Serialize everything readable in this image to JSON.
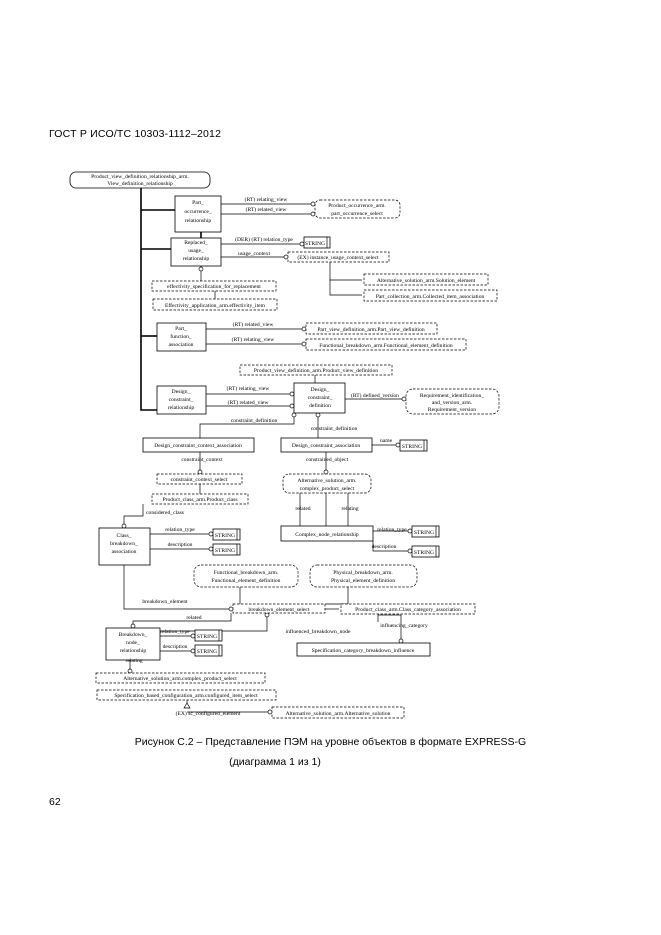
{
  "header": "ГОСТ Р ИСО/ТС 10303-1112–2012",
  "caption_line1": "Рисунок  С.2 – Представление ПЭМ на уровне объектов в формате EXPRESS-G",
  "caption_line2": "(диаграмма 1 из 1)",
  "page_number": "62",
  "diagram": {
    "pvdr_1": "Product_view_definition_relationship_arm.",
    "pvdr_2": "View_definition_relationship",
    "poc_1": "Part_",
    "poc_2": "occurrence_",
    "poc_3": "relationship",
    "poa_1": "Product_occurrence_arm.",
    "poa_2": "part_occurrence_select",
    "rep_1": "Replaced_",
    "rep_2": "usage_",
    "rep_3": "relationship",
    "string": "STRING",
    "inst_sel": "(EX) instance_usage_context_select",
    "alt_sol": "Alternative_solution_arm.Solution_element",
    "pcol": "Part_collection_arm.Collected_item_association",
    "eff_sel": "effectivity_specification_for_replacement",
    "eff_app": "Effectivity_application_arm.effectivity_item",
    "pfa_1": "Part_",
    "pfa_2": "function_",
    "pfa_3": "association",
    "pvd_pvd": "Part_view_definition_arm.Part_view_definition",
    "fbd_fed": "Functional_breakdown_arm.Functional_element_definition",
    "pvd_arm": "Product_view_definition_arm.Product_view_definition",
    "dcr_1": "Design_",
    "dcr_2": "constraint_",
    "dcr_3": "relationship",
    "dcd_1": "Design_",
    "dcd_2": "constraint_",
    "dcd_3": "definition",
    "req_1": "Requirement_identification_",
    "req_2": "and_version_arm.",
    "req_3": "Requirement_version",
    "dcca": "Design_constraint_context_association",
    "dca": "Design_constraint_association",
    "ccs": "constraint_context_select",
    "aspc_1": "Alternative_solution_arm.",
    "aspc_2": "complex_product_select",
    "pcpc": "Product_class_arm.Product_class",
    "cba_1": "Class_",
    "cba_2": "breakdown_",
    "cba_3": "association",
    "cnr": "Complex_node_relationship",
    "fbd2_1": "Functional_breakdown_arm.",
    "fbd2_2": "Functional_element_definition",
    "pbd_1": "Physical_breakdown_arm.",
    "pbd_2": "Physical_element_definition",
    "bes": "breakdown_element_select",
    "pcca": "Product_class_arm.Class_category_association",
    "bnr_1": "Breakdown_",
    "bnr_2": "node_",
    "bnr_3": "relationship",
    "scbi": "Specification_category_breakdown_influence",
    "as_cps": "Alternative_solution_arm.complex_product_select",
    "sbc": "Specification_based_configuration_arm.configured_item_select",
    "as_as": "Alternative_solution_arm.Alternative_solution",
    "l_rv1": "(RT) relating_view",
    "l_rv2": "(RT) related_view",
    "l_der": "(DER) (RT) relation_type",
    "l_uc": "usage_context",
    "l_relv": "(RT) related_view",
    "l_relg": "(RT) relating_view",
    "l_dcrv1": "(RT) relating_view",
    "l_dcrv2": "(RT) related_view",
    "l_defver": "(RT) defined_version",
    "l_cd1": "constraint_definition",
    "l_cd2": "constraint_definition",
    "l_name": "name",
    "l_cctx": "constraint_context",
    "l_cobj": "constrained_object",
    "l_cclass": "considered_class",
    "l_related": "related",
    "l_relating": "relating",
    "l_rt1": "relation_type",
    "l_desc1": "description",
    "l_rt2": "relation_type",
    "l_desc2": "description",
    "l_be": "breakdown_element",
    "l_related2": "related",
    "l_ibn": "influenced_breakdown_node",
    "l_ic": "influencing_category",
    "l_rt3": "relation_type",
    "l_desc3": "description",
    "l_relating2": "relating",
    "l_sc": "(EX) sc_configured_element"
  }
}
